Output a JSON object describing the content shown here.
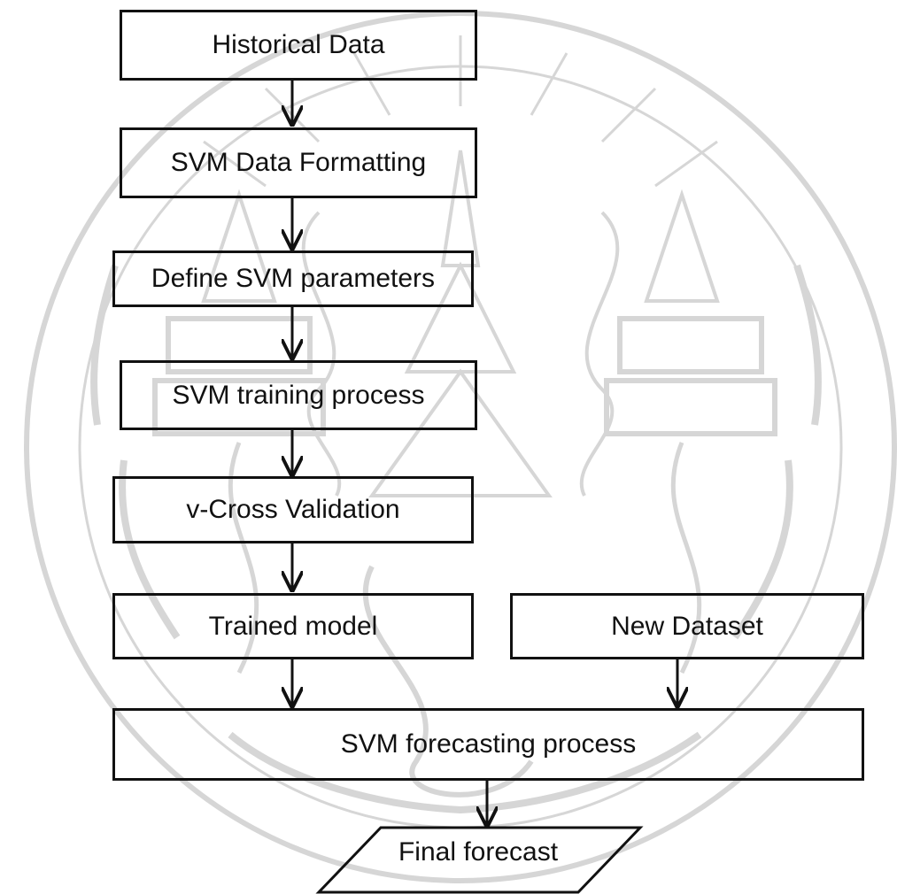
{
  "diagram": {
    "nodes": {
      "historical_data": "Historical Data",
      "svm_data_formatting": "SVM Data Formatting",
      "define_svm_parameters": "Define SVM parameters",
      "svm_training_process": "SVM training process",
      "cross_validation": "v-Cross Validation",
      "trained_model": "Trained model",
      "new_dataset": "New Dataset",
      "svm_forecasting_process": "SVM forecasting process",
      "final_forecast": "Final forecast"
    },
    "edges": [
      [
        "historical_data",
        "svm_data_formatting"
      ],
      [
        "svm_data_formatting",
        "define_svm_parameters"
      ],
      [
        "define_svm_parameters",
        "svm_training_process"
      ],
      [
        "svm_training_process",
        "cross_validation"
      ],
      [
        "cross_validation",
        "trained_model"
      ],
      [
        "trained_model",
        "svm_forecasting_process"
      ],
      [
        "new_dataset",
        "svm_forecasting_process"
      ],
      [
        "svm_forecasting_process",
        "final_forecast"
      ]
    ]
  },
  "watermark": {
    "description": "circular institutional seal (faint grey)",
    "color": "#d9d9d9"
  },
  "colors": {
    "stroke": "#111111",
    "background": "#ffffff"
  }
}
